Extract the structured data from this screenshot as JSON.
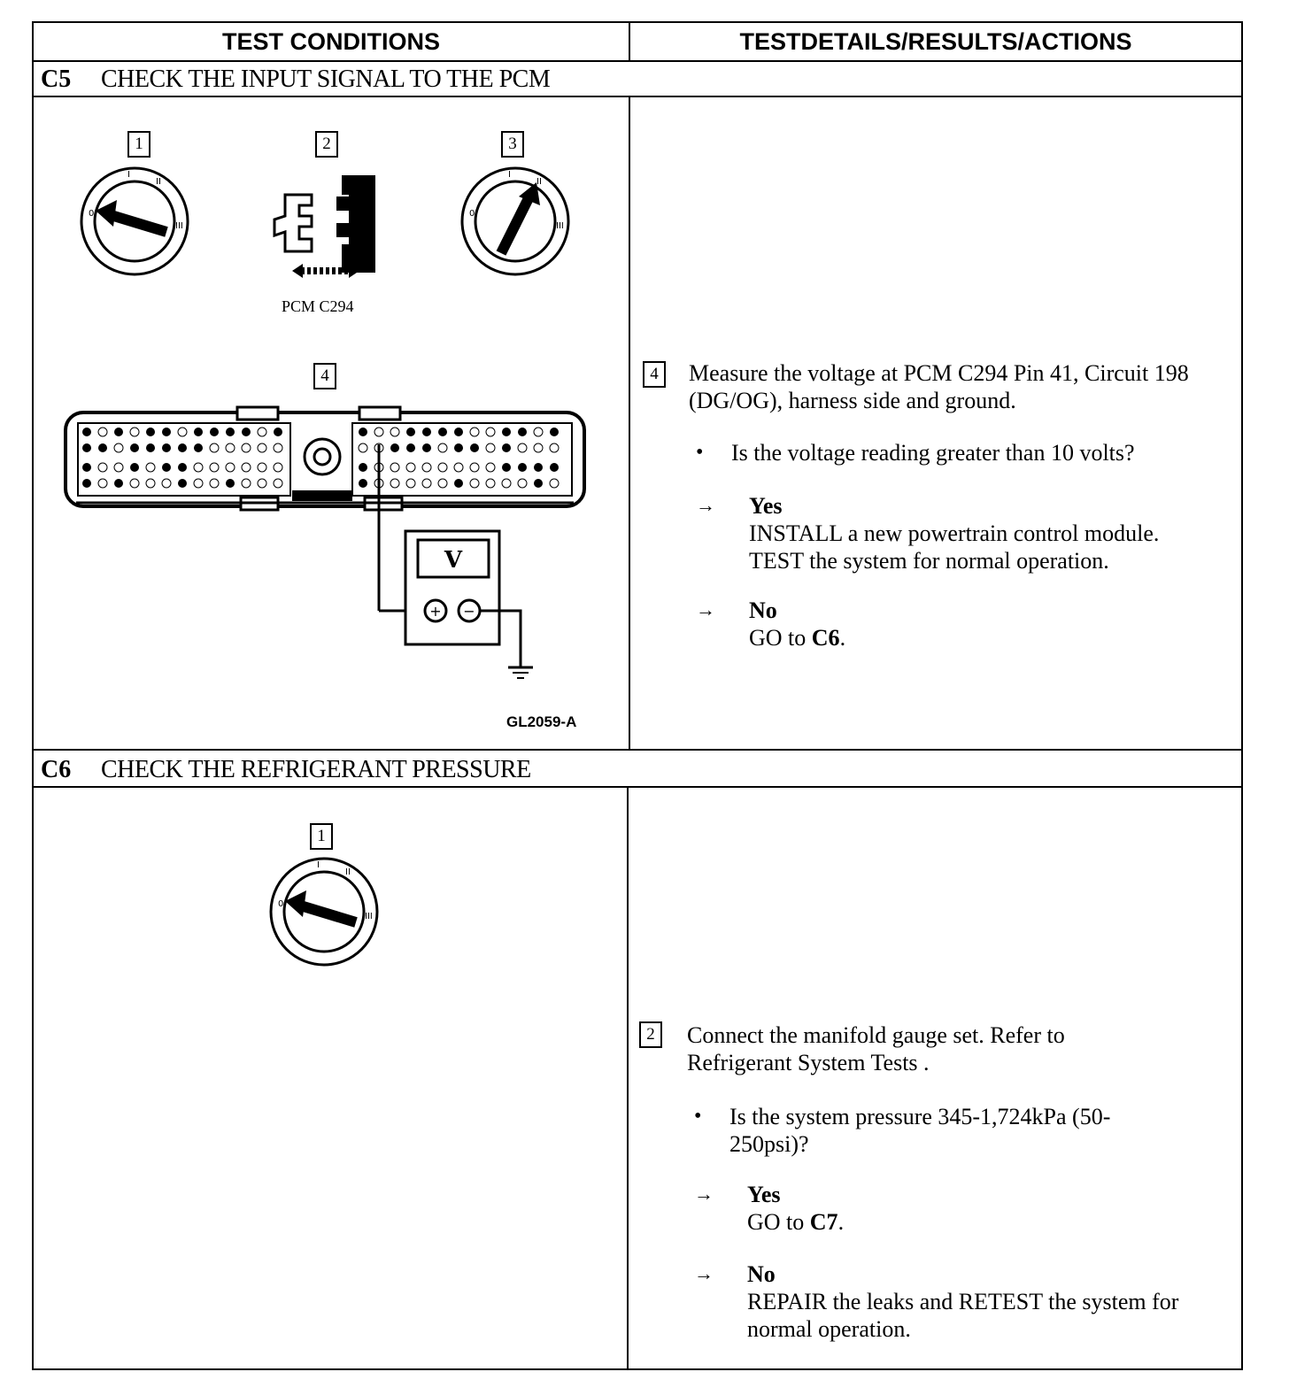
{
  "header": {
    "col1": "TEST CONDITIONS",
    "col2": "TESTDETAILS/RESULTS/ACTIONS"
  },
  "c5": {
    "code": "C5",
    "title": "CHECK THE INPUT SIGNAL TO THE PCM",
    "figure": {
      "step_labels": [
        "1",
        "2",
        "3",
        "4"
      ],
      "connector_caption": "PCM C294",
      "meter_label": "V",
      "figure_id": "GL2059-A"
    },
    "step_number": "4",
    "instruction": "Measure the voltage at PCM C294 Pin 41, Circuit 198 (DG/OG), harness side and ground.",
    "question": "Is the voltage reading greater than 10 volts?",
    "yes_label": "Yes",
    "yes_action_1": "INSTALL a new powertrain control module.",
    "yes_action_2": "TEST the system for normal operation.",
    "no_label": "No",
    "no_prefix": "GO to ",
    "no_target": "C6",
    "no_suffix": "."
  },
  "c6": {
    "code": "C6",
    "title": "CHECK THE REFRIGERANT PRESSURE",
    "figure": {
      "step_labels": [
        "1"
      ]
    },
    "step_number": "2",
    "instruction": "Connect the manifold gauge set. Refer to Refrigerant System Tests .",
    "question": "Is the system pressure 345-1,724kPa (50-250psi)?",
    "yes_label": "Yes",
    "yes_prefix": "GO to ",
    "yes_target": "C7",
    "yes_suffix": ".",
    "no_label": "No",
    "no_action": "REPAIR the leaks and RETEST the system for normal operation."
  }
}
